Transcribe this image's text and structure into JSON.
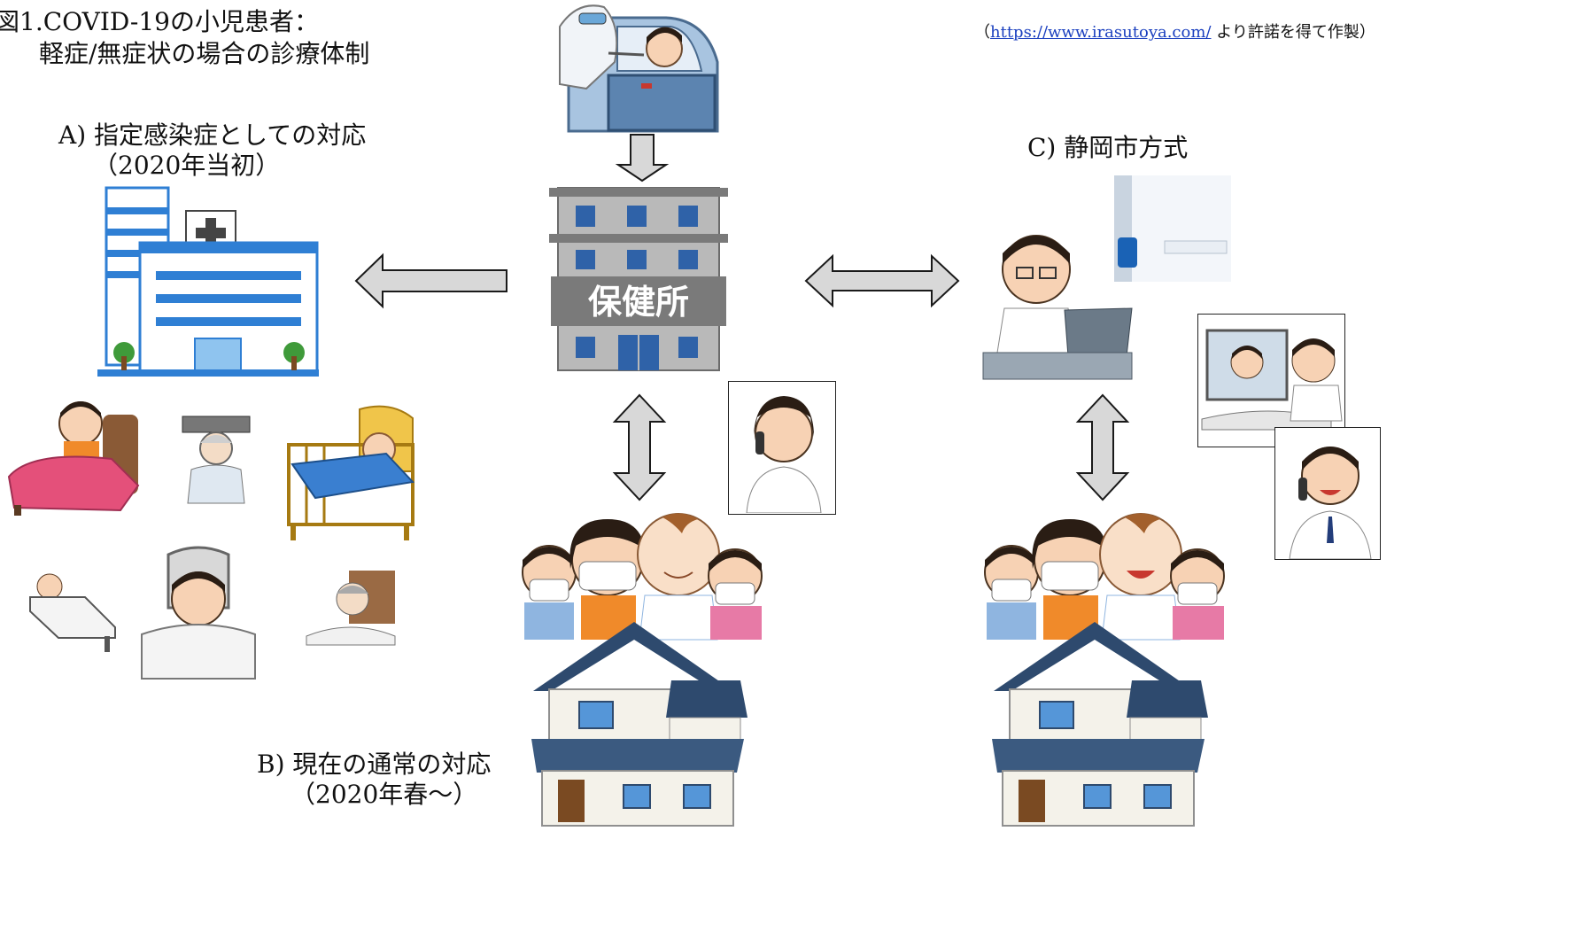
{
  "figure": {
    "number": "図1.",
    "title_line1": "COVID-19の小児患者：",
    "title_line2": "軽症/無症状の場合の診療体制"
  },
  "credit": {
    "open": "（",
    "url": "https://www.irasutoya.com/",
    "suffix": " より許諾を得て作製）"
  },
  "section_a": {
    "title": "A) 指定感染症としての対応",
    "subtitle": "（2020年当初）"
  },
  "section_b": {
    "title": "B) 現在の通常の対応",
    "subtitle": "（2020年春～）"
  },
  "section_c": {
    "title": "C) 静岡市方式"
  },
  "health_center": {
    "sign": "保健所"
  },
  "colors": {
    "arrow_fill": "#d8d8d8",
    "arrow_stroke": "#1a1a1a",
    "hospital_blue": "#2f7fd4",
    "health_center_gray": "#7a7a7a",
    "roof_navy": "#2e4a6e"
  }
}
